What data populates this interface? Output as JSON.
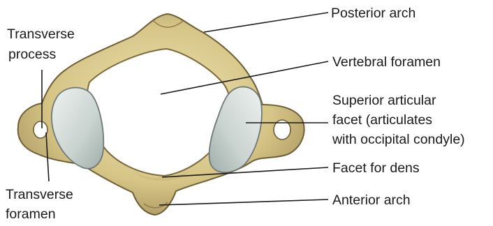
{
  "labels": {
    "posterior_arch": "Posterior arch",
    "vertebral_foramen": "Vertebral foramen",
    "superior_facet": [
      "Superior articular",
      "facet (articulates",
      "with occipital condyle)"
    ],
    "facet_for_dens": "Facet for dens",
    "anterior_arch": "Anterior arch",
    "transverse_process": [
      "Transverse",
      "process"
    ],
    "transverse_foramen": [
      "Transverse",
      "foramen"
    ]
  },
  "colors": {
    "bone": "#d9c98d",
    "bone_light": "#eee2b2",
    "bone_dark": "#8f7d4a",
    "facet": "#c6d0cd",
    "facet_light": "#e8eeec",
    "text": "#1a1a1a"
  }
}
